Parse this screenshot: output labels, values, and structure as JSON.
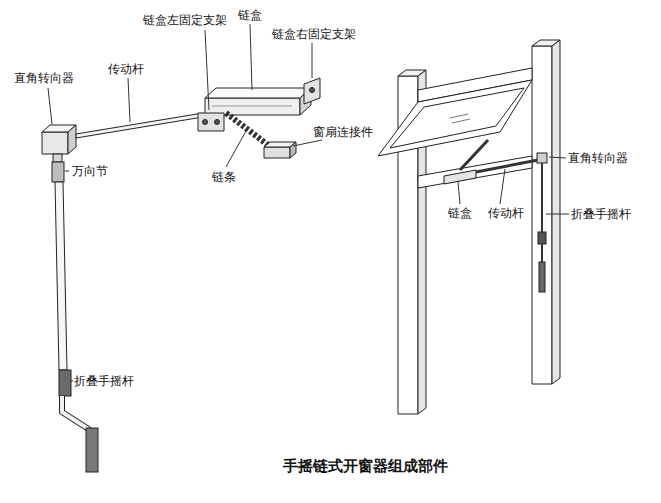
{
  "diagram": {
    "caption": "手摇链式开窗器组成部件",
    "labels": [
      "直角转向器",
      "传动杆",
      "链盒左固定支架",
      "链盒",
      "链盒右固定支架",
      "万向节",
      "窗扇连接件",
      "链条",
      "折叠手摇杆",
      "直角转向器",
      "链盒",
      "传动杆",
      "折叠手摇杆"
    ]
  }
}
